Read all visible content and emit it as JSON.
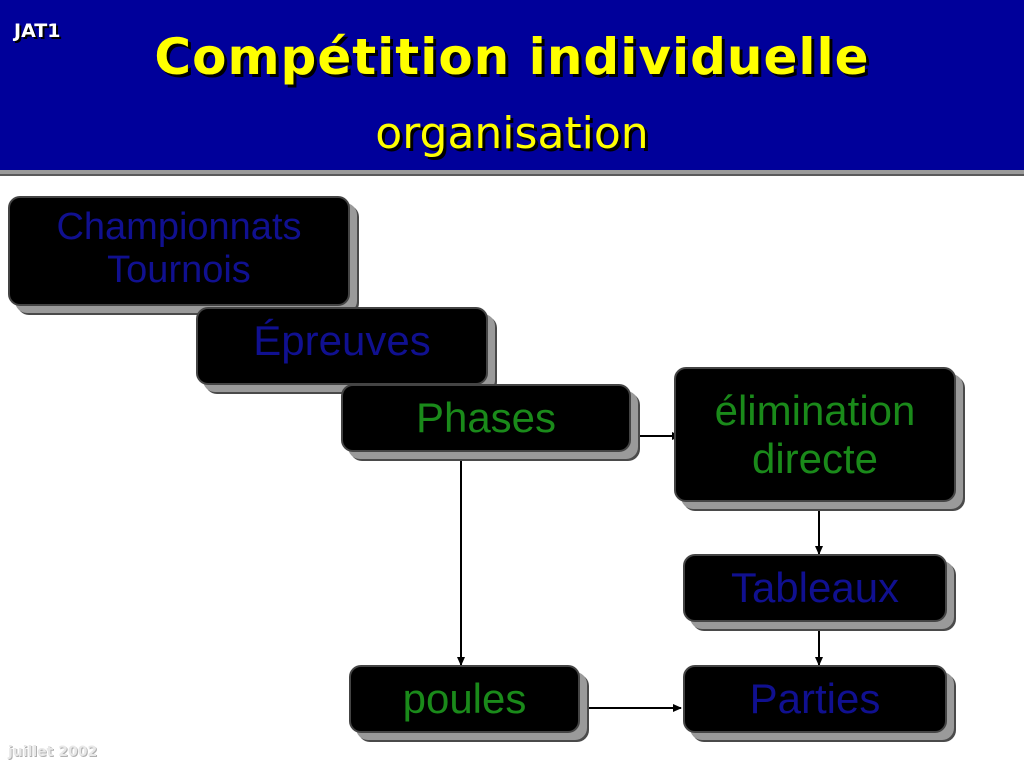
{
  "header": {
    "tag": "JAT1",
    "title": "Compétition individuelle",
    "subtitle": "organisation"
  },
  "nodes": {
    "championnats": "Championnats\nTournois",
    "epreuves": "Épreuves",
    "phases": "Phases",
    "elimination": "élimination\ndirecte",
    "tableaux": "Tableaux",
    "poules": "poules",
    "parties": "Parties"
  },
  "colors": {
    "header_bg": "#00009a",
    "title_text": "#ffff00",
    "node_bg": "#000000",
    "blue_text": "#101090",
    "green_text": "#1a8a1a"
  },
  "footer": {
    "date": "juillet 2002"
  }
}
